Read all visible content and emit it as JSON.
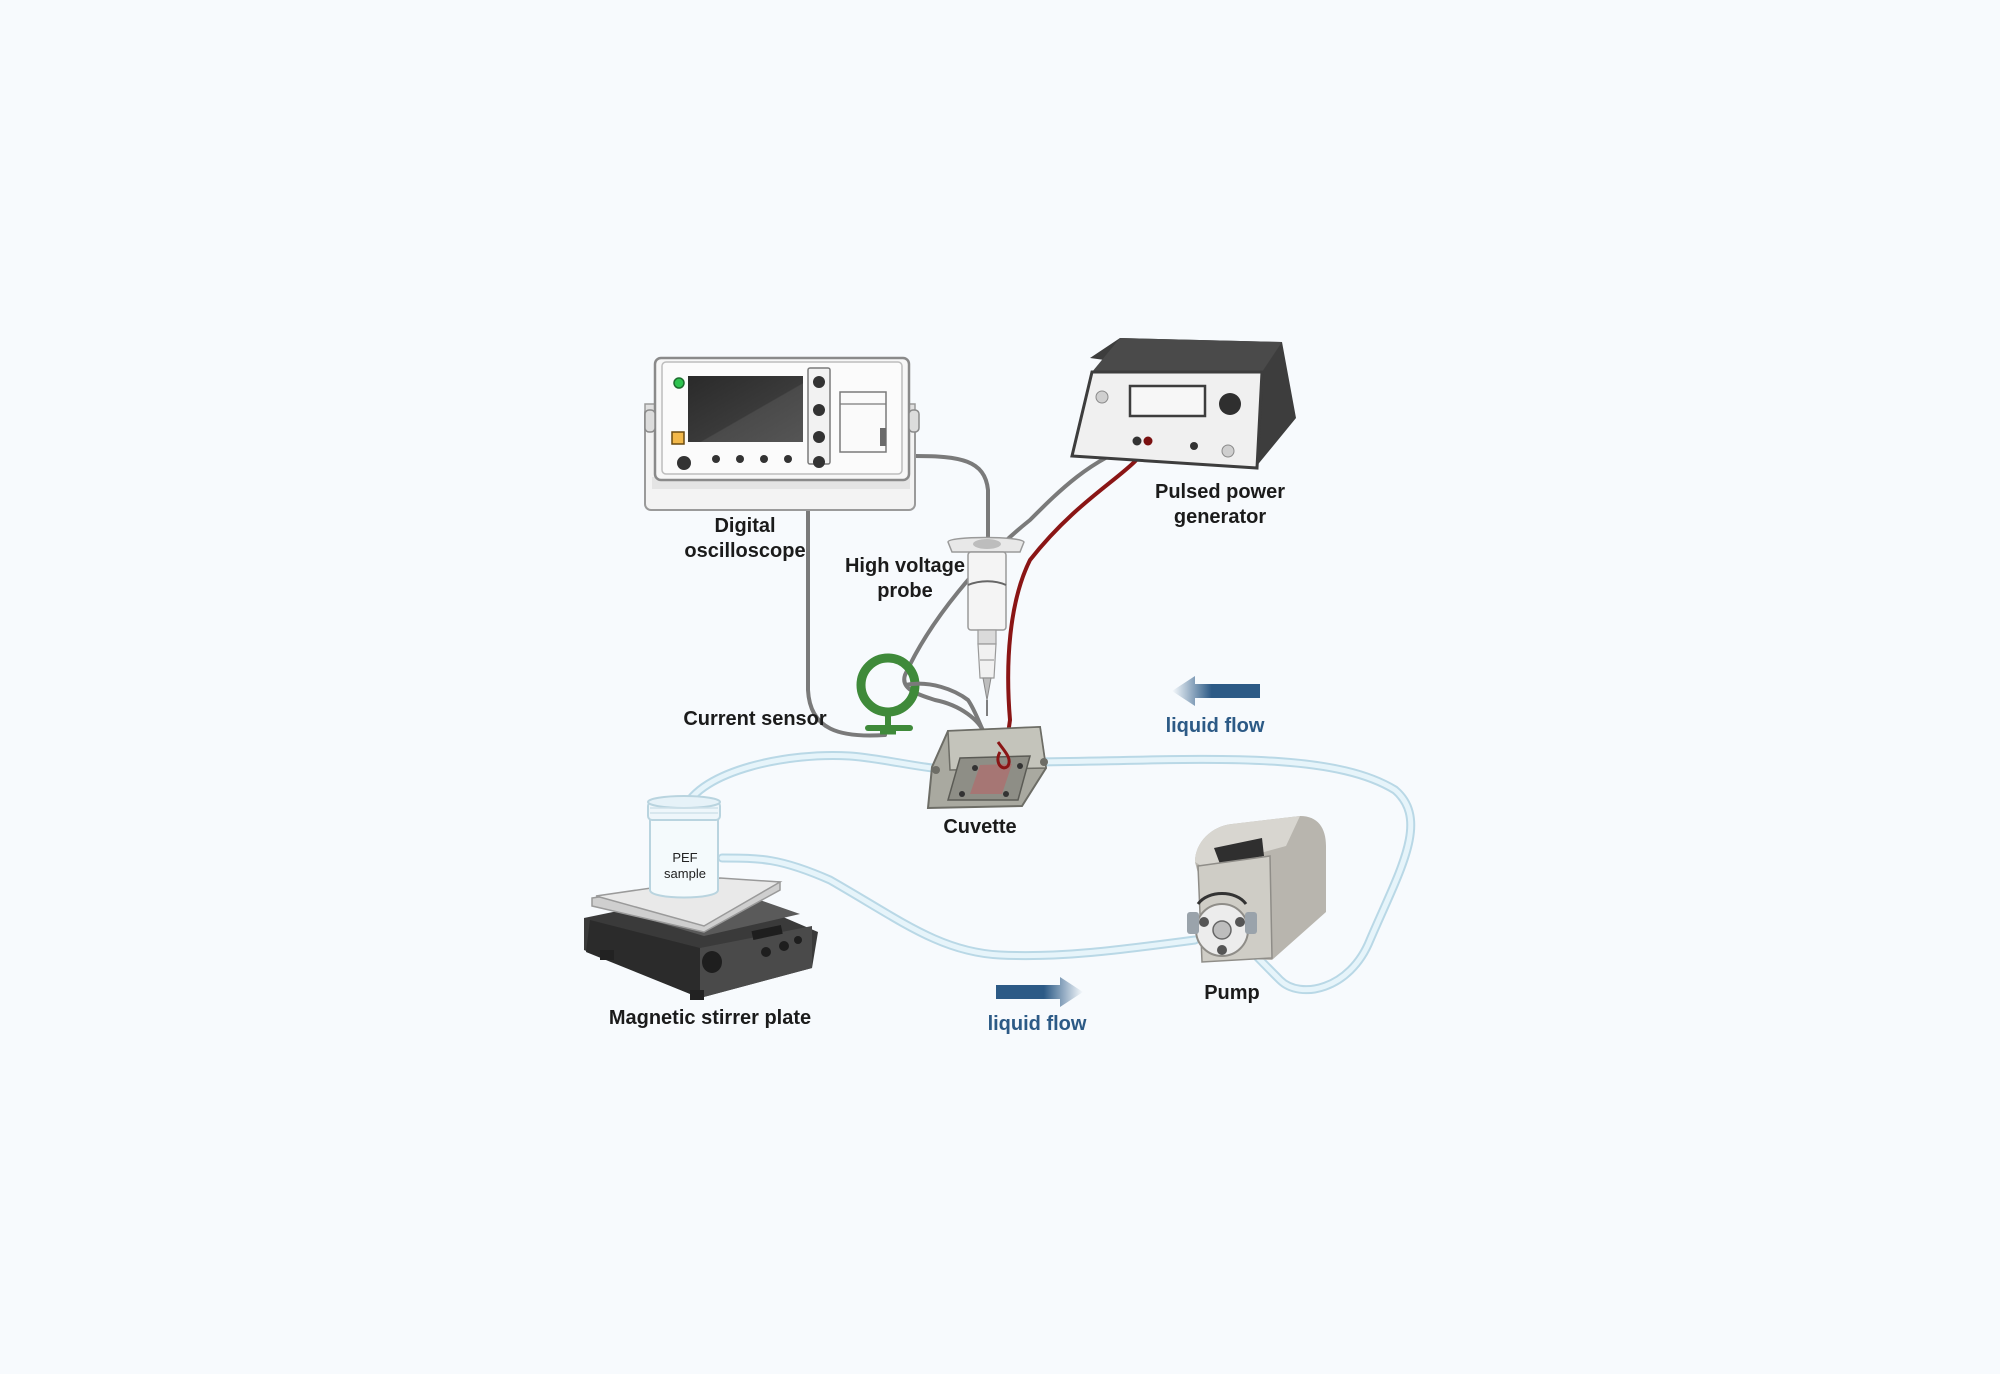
{
  "labels": {
    "oscilloscope": [
      "Digital",
      "oscilloscope"
    ],
    "hv_probe": [
      "High voltage",
      "probe"
    ],
    "generator": [
      "Pulsed power",
      "generator"
    ],
    "current_sensor": "Current sensor",
    "cuvette": "Cuvette",
    "pump": "Pump",
    "stirrer": "Magnetic stirrer plate",
    "flow_top": "liquid flow",
    "flow_bottom": "liquid flow",
    "sample": [
      "PEF",
      "sample"
    ]
  },
  "colors": {
    "background": "#f7fafd",
    "tubing": "#dceef6",
    "signal_cable": "#7a7a7a",
    "hv_cable": "#8a1515",
    "current_sensor": "#3f8a3a",
    "flow_arrow": "#2c5a86",
    "device_dark": "#3a3a3a",
    "device_light": "#f1f1f1"
  },
  "icons": {
    "oscilloscope": "oscilloscope-icon",
    "generator": "power-supply-icon",
    "probe": "high-voltage-probe-icon",
    "sensor": "current-sensor-ring-icon",
    "cuvette": "cuvette-icon",
    "pump": "peristaltic-pump-icon",
    "stirrer": "magnetic-stirrer-icon",
    "jar": "sample-jar-icon"
  }
}
